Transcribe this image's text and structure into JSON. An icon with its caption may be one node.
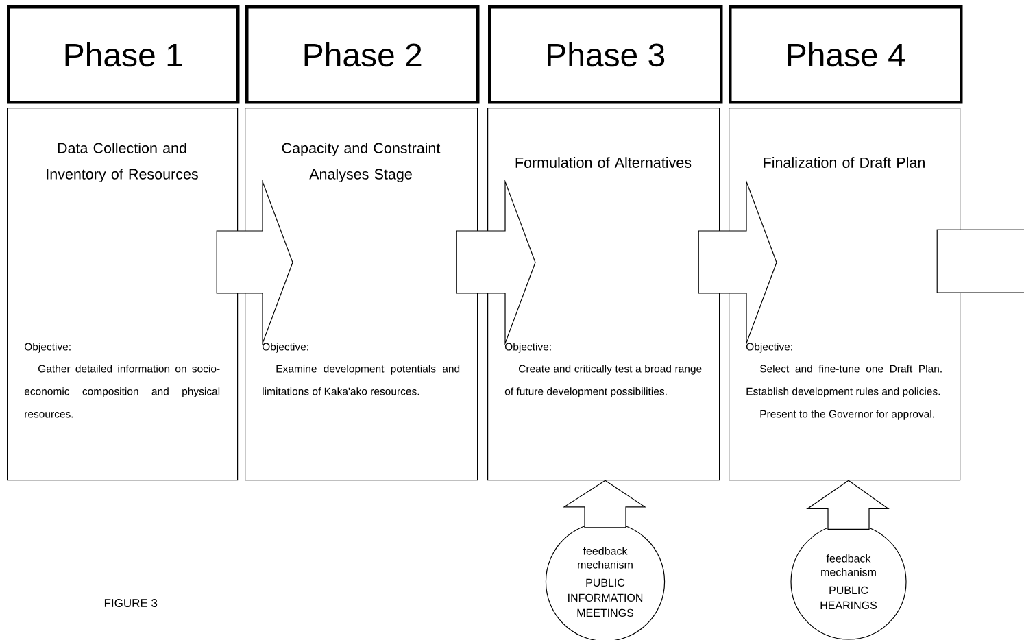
{
  "diagram": {
    "nodes": [
      {
        "text": [
          "Phase 1"
        ]
      },
      {
        "text": [
          "Phase 2"
        ]
      },
      {
        "text": [
          "Phase 3"
        ]
      },
      {
        "text": [
          "Phase 4"
        ]
      },
      {
        "text": [
          "Data Collection and Inventory of Resources",
          "Objective:",
          "Gather detailed information on socio-economic composition and physical resources."
        ]
      },
      {
        "text": [
          "Capacity and Constraint Analyses Stage",
          "Objective:",
          "Examine development potentials and limitations of Kaka'ako resources."
        ]
      },
      {
        "text": [
          "Formulation of Alternatives",
          "Objective:",
          "Create and critically test a broad range of future development possibilities."
        ]
      },
      {
        "text": [
          "Finalization of Draft Plan",
          "Objective:",
          "Select and fine-tune one Draft Plan. Establish development rules and policies.",
          "Present to the Governor for approval."
        ]
      },
      {
        "text": [
          "feedback mechanism",
          "PUBLIC INFORMATION MEETINGS"
        ]
      },
      {
        "text": [
          "feedback mechanism",
          "PUBLIC HEARINGS"
        ]
      }
    ],
    "edges": [
      {
        "from": 4,
        "to": 5,
        "arrow": "to"
      },
      {
        "from": 5,
        "to": 6,
        "arrow": "to"
      },
      {
        "from": 6,
        "to": 7,
        "arrow": "to"
      },
      {
        "from": 7,
        "to": null,
        "arrow": "none"
      },
      {
        "from": 8,
        "to": 6,
        "arrow": "to"
      },
      {
        "from": 9,
        "to": 7,
        "arrow": "to"
      }
    ],
    "labels": [
      "FIGURE 3"
    ]
  }
}
